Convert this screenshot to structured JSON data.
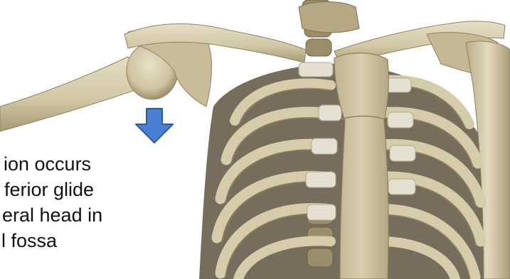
{
  "caption": {
    "lines": [
      "ion occurs",
      "ferior glide",
      "eral head in",
      "l fossa"
    ]
  },
  "colors": {
    "bone": "#d8cfb2",
    "bone_shadow": "#a89a74",
    "bone_dark": "#7e7256",
    "arrow_fill": "#4b7fd1",
    "arrow_stroke": "#2e5aa0",
    "text": "#111111",
    "background": "#ffffff"
  },
  "icons": {
    "arrow": "down-arrow-icon"
  }
}
